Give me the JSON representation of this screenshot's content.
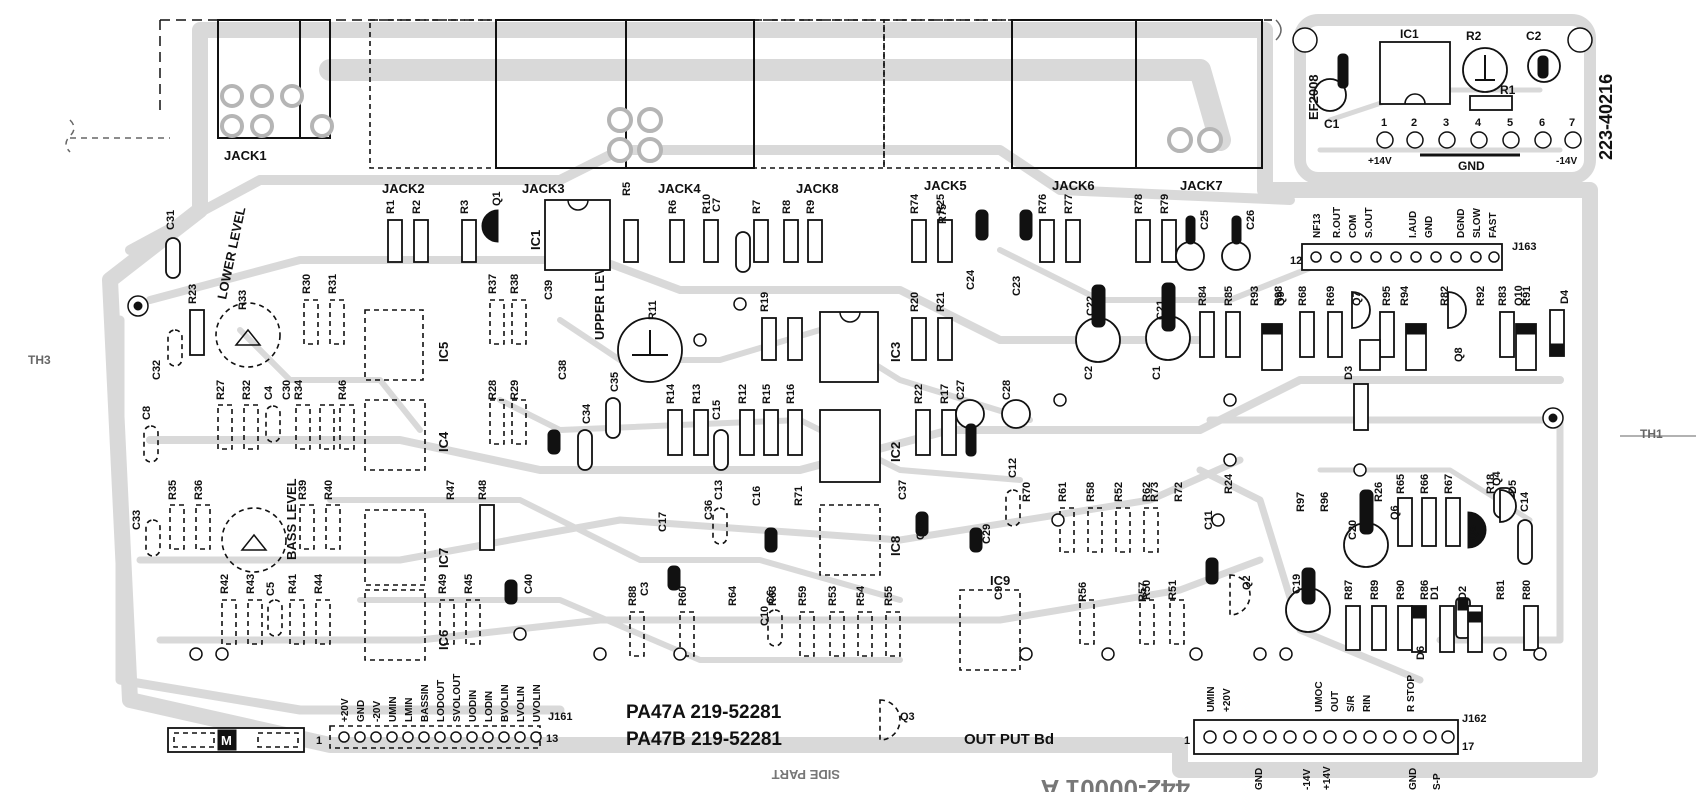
{
  "board": {
    "silk_main_1": "PA47A 219-52281",
    "silk_main_2": "PA47B 219-52281",
    "output_label": "OUT PUT Bd",
    "bottom_marking": "442-00001 A",
    "bottom_mirrored": "SIDE PART",
    "module_code": "223-40216",
    "module_chip": "EF2008",
    "module_pins": [
      "1",
      "2",
      "3",
      "4",
      "5",
      "6",
      "7"
    ],
    "module_gnd": "GND",
    "module_v1": "+14V",
    "module_v2": "-14V",
    "module_parts": [
      "IC1",
      "R2",
      "C2",
      "C1",
      "R1"
    ]
  },
  "jacks": [
    "JACK1",
    "JACK2",
    "JACK3",
    "JACK4",
    "JACK8",
    "JACK5",
    "JACK6",
    "JACK7"
  ],
  "trimmers": {
    "lower_level": "LOWER LEVEL",
    "upper_level": "UPPER LEVEL",
    "bass_level": "BASS LEVEL"
  },
  "connectors": {
    "j161": "J161",
    "j162": "J162",
    "j163": "J163",
    "j161_pins": [
      "+20V",
      "GND",
      "-20V",
      "UMIN",
      "LMIN",
      "BASSIN",
      "LODOUT",
      "SVOLOUT",
      "UODIN",
      "LODIN",
      "BVOLIN",
      "LVOLIN",
      "UVOLIN"
    ],
    "j161_first": "1",
    "j161_last": "13",
    "j162_pins": [
      "UMIN",
      "+20V",
      "GND",
      "-14V",
      "+14V",
      "UMOC",
      "OUT",
      "S/R",
      "RIN",
      "R STOP",
      "GND",
      "S-P"
    ],
    "j162_first": "1",
    "j162_last": "17",
    "j163_pins": [
      "NF13",
      "R.OUT",
      "COM",
      "S.OUT",
      "I.AUD",
      "GND",
      "DGND",
      "SLOW",
      "FAST"
    ],
    "j163_first": "12",
    "m_label": "M"
  },
  "ics": [
    "IC1",
    "IC2",
    "IC3",
    "IC4",
    "IC5",
    "IC6",
    "IC7",
    "IC8",
    "IC9"
  ],
  "resistors": [
    "R1",
    "R2",
    "R3",
    "R5",
    "R6",
    "R7",
    "R8",
    "R9",
    "R10",
    "R11",
    "R12",
    "R13",
    "R14",
    "R15",
    "R16",
    "R17",
    "R18",
    "R19",
    "R20",
    "R21",
    "R22",
    "R23",
    "R24",
    "R25",
    "R26",
    "R27",
    "R28",
    "R29",
    "R30",
    "R31",
    "R32",
    "R33",
    "R34",
    "R35",
    "R36",
    "R37",
    "R38",
    "R39",
    "R40",
    "R41",
    "R42",
    "R43",
    "R44",
    "R45",
    "R46",
    "R47",
    "R48",
    "R49",
    "R50",
    "R51",
    "R52",
    "R53",
    "R54",
    "R55",
    "R56",
    "R57",
    "R58",
    "R59",
    "R60",
    "R61",
    "R62",
    "R63",
    "R64",
    "R65",
    "R66",
    "R67",
    "R68",
    "R69",
    "R70",
    "R71",
    "R72",
    "R73",
    "R74",
    "R75",
    "R76",
    "R77",
    "R78",
    "R79",
    "R80",
    "R81",
    "R82",
    "R83",
    "R84",
    "R85",
    "R86",
    "R87",
    "R88",
    "R89",
    "R90",
    "R91",
    "R92",
    "R93",
    "R94",
    "R95",
    "R96",
    "R97",
    "R98"
  ],
  "capacitors": [
    "C1",
    "C2",
    "C3",
    "C4",
    "C5",
    "C6",
    "C7",
    "C8",
    "C9",
    "C10",
    "C11",
    "C12",
    "C13",
    "C14",
    "C15",
    "C16",
    "C17",
    "C18",
    "C19",
    "C20",
    "C21",
    "C22",
    "C23",
    "C24",
    "C25",
    "C26",
    "C27",
    "C28",
    "C29",
    "C30",
    "C31",
    "C32",
    "C33",
    "C34",
    "C35",
    "C36",
    "C37",
    "C38",
    "C39",
    "C40"
  ],
  "transistors": [
    "Q1",
    "Q2",
    "Q3",
    "Q4",
    "Q5",
    "Q6",
    "Q7",
    "Q8",
    "Q9",
    "Q10"
  ],
  "diodes": [
    "D1",
    "D2",
    "D3",
    "D4",
    "D5",
    "D6"
  ],
  "side_labels": {
    "left": "TH3",
    "right": "TH1"
  }
}
